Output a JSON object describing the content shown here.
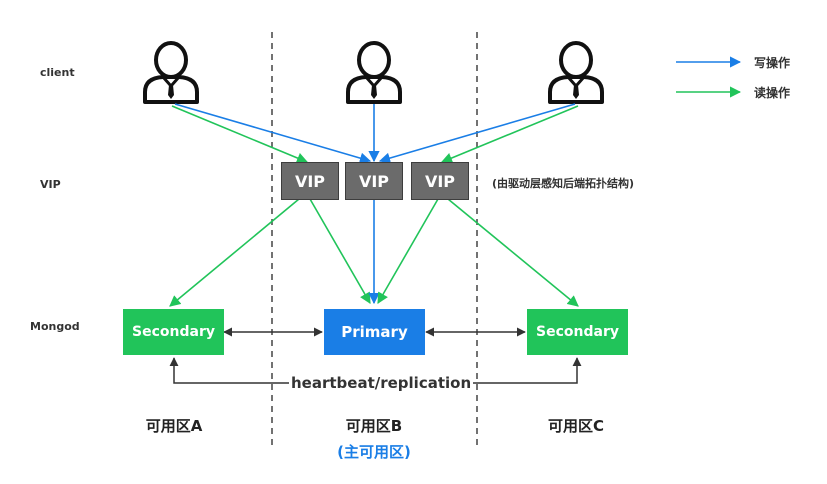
{
  "rows": {
    "client": "client",
    "vip": "VIP",
    "mongod": "Mongod"
  },
  "vips": [
    {
      "label": "VIP"
    },
    {
      "label": "VIP"
    },
    {
      "label": "VIP"
    }
  ],
  "vip_note": "(由驱动层感知后端拓扑结构)",
  "nodes": {
    "left": "Secondary",
    "center": "Primary",
    "right": "Secondary"
  },
  "heartbeat": "heartbeat/replication",
  "zones": {
    "a": "可用区A",
    "b": "可用区B",
    "b_sub": "(主可用区)",
    "c": "可用区C"
  },
  "legend": {
    "write": "写操作",
    "read": "读操作"
  },
  "colors": {
    "write": "#1a7ee6",
    "read": "#21c45a",
    "primary": "#1a7ee6",
    "secondary": "#21c45a",
    "vip": "#6b6b6b",
    "zone_b_sub": "#1a7ee6",
    "icon": "#111111"
  },
  "icons": {
    "client": "user-icon"
  }
}
